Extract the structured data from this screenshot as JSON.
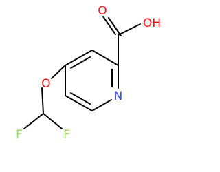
{
  "molecule": {
    "atoms": {
      "carbonyl_oxygen": {
        "symbol": "O",
        "color": "#ff0d0d"
      },
      "hydroxyl": {
        "symbol": "OH",
        "color": "#ff0d0d"
      },
      "ether_oxygen": {
        "symbol": "O",
        "color": "#ff0d0d"
      },
      "ring_nitrogen": {
        "symbol": "N",
        "color": "#3050f8"
      },
      "fluorine_left": {
        "symbol": "F",
        "color": "#90e050"
      },
      "fluorine_right": {
        "symbol": "F",
        "color": "#90e050"
      }
    },
    "bond_color": "#000000"
  }
}
